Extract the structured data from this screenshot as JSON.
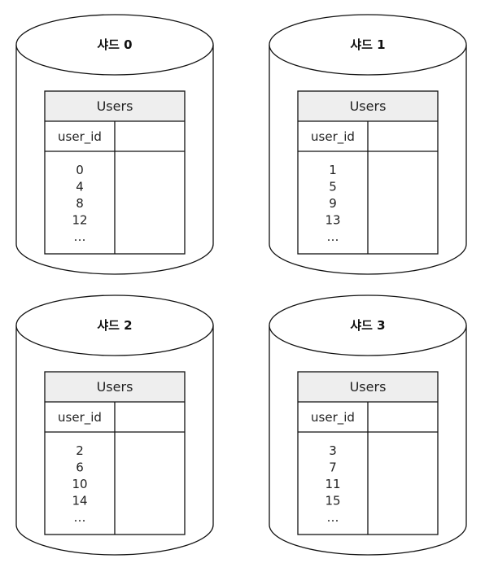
{
  "shards": [
    {
      "label": "샤드 0",
      "table": {
        "title": "Users",
        "column": "user_id",
        "values": [
          "0",
          "4",
          "8",
          "12",
          "…"
        ]
      }
    },
    {
      "label": "샤드 1",
      "table": {
        "title": "Users",
        "column": "user_id",
        "values": [
          "1",
          "5",
          "9",
          "13",
          "…"
        ]
      }
    },
    {
      "label": "샤드 2",
      "table": {
        "title": "Users",
        "column": "user_id",
        "values": [
          "2",
          "6",
          "10",
          "14",
          "…"
        ]
      }
    },
    {
      "label": "샤드 3",
      "table": {
        "title": "Users",
        "column": "user_id",
        "values": [
          "3",
          "7",
          "11",
          "15",
          "…"
        ]
      }
    }
  ],
  "colors": {
    "stroke": "#111111",
    "header_fill": "#eeeeee",
    "background": "#ffffff"
  }
}
